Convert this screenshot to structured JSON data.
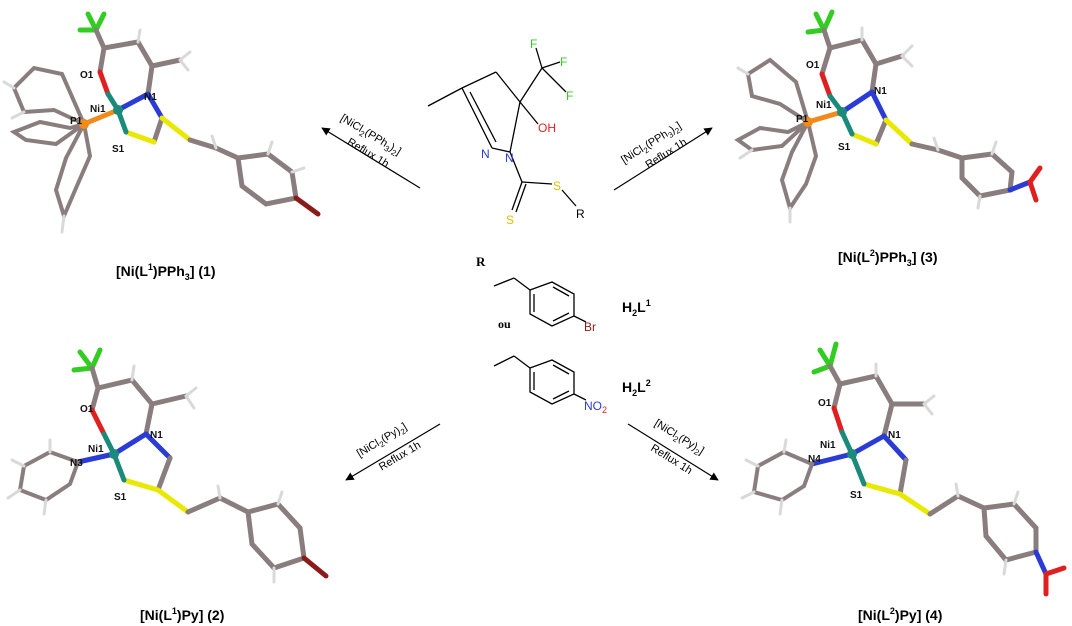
{
  "center": {
    "atoms": {
      "F1": "F",
      "F2": "F",
      "F3": "F",
      "OH": "OH",
      "N1": "N",
      "N2": "N",
      "S1": "S",
      "S2": "S",
      "R": "R"
    },
    "r_label": "R",
    "ou": "ou",
    "ligand1": {
      "base": "H",
      "sub1": "2",
      "mid": "L",
      "sup": "1"
    },
    "ligand2": {
      "base": "H",
      "sub1": "2",
      "mid": "L",
      "sup": "2"
    },
    "br": "Br",
    "no2": {
      "base": "NO",
      "sub": "2"
    }
  },
  "arrows": {
    "tl": {
      "reagent_a": "[NiCl",
      "reagent_b": "2",
      "reagent_c": "(PPh",
      "reagent_d": "3",
      "reagent_e": ")",
      "reagent_f": "2",
      "reagent_g": "]",
      "condition": "Reflux 1h"
    },
    "tr": {
      "reagent_a": "[NiCl",
      "reagent_b": "2",
      "reagent_c": "(PPh",
      "reagent_d": "3",
      "reagent_e": ")",
      "reagent_f": "2",
      "reagent_g": "]",
      "condition": "Reflux 1h"
    },
    "bl": {
      "reagent_a": "[NiCl",
      "reagent_b": "2",
      "reagent_c": "(Py)",
      "reagent_d": "2",
      "reagent_e": "]",
      "condition": "Reflux 1h"
    },
    "br": {
      "reagent_a": "[NiCl",
      "reagent_b": "2",
      "reagent_c": "(Py)",
      "reagent_d": "2",
      "reagent_e": "]",
      "condition": "Reflux 1h"
    }
  },
  "complex1": {
    "labels": {
      "o": "O1",
      "ni": "Ni1",
      "n": "N1",
      "p": "P1",
      "s": "S1"
    },
    "caption": {
      "a": "[Ni(L",
      "sup": "1",
      "b": ")PPh",
      "sub": "3",
      "c": "] (1)"
    }
  },
  "complex3": {
    "labels": {
      "o": "O1",
      "ni": "Ni1",
      "n": "N1",
      "p": "P1",
      "s": "S1"
    },
    "caption": {
      "a": "[Ni(L",
      "sup": "2",
      "b": ")PPh",
      "sub": "3",
      "c": "] (3)"
    }
  },
  "complex2": {
    "labels": {
      "o": "O1",
      "ni": "Ni1",
      "n": "N1",
      "n3": "N3",
      "s": "S1"
    },
    "caption": {
      "a": "[Ni(L",
      "sup": "1",
      "b": ")Py] (2)"
    }
  },
  "complex4": {
    "labels": {
      "o": "O1",
      "ni": "Ni1",
      "n": "N1",
      "n4": "N4",
      "s": "S1"
    },
    "caption": {
      "a": "[Ni(L",
      "sup": "2",
      "b": ")Py] (4)"
    }
  },
  "colors": {
    "carbon": "#8a7d7d",
    "hydrogen": "#d9d9d9",
    "nitrogen": "#2b3bd6",
    "oxygen": "#e02020",
    "sulfur": "#e8e800",
    "phosphorus": "#f08a1a",
    "nickel": "#1b8a7a",
    "fluorine": "#33cc22",
    "bromine": "#8b1a1a"
  }
}
